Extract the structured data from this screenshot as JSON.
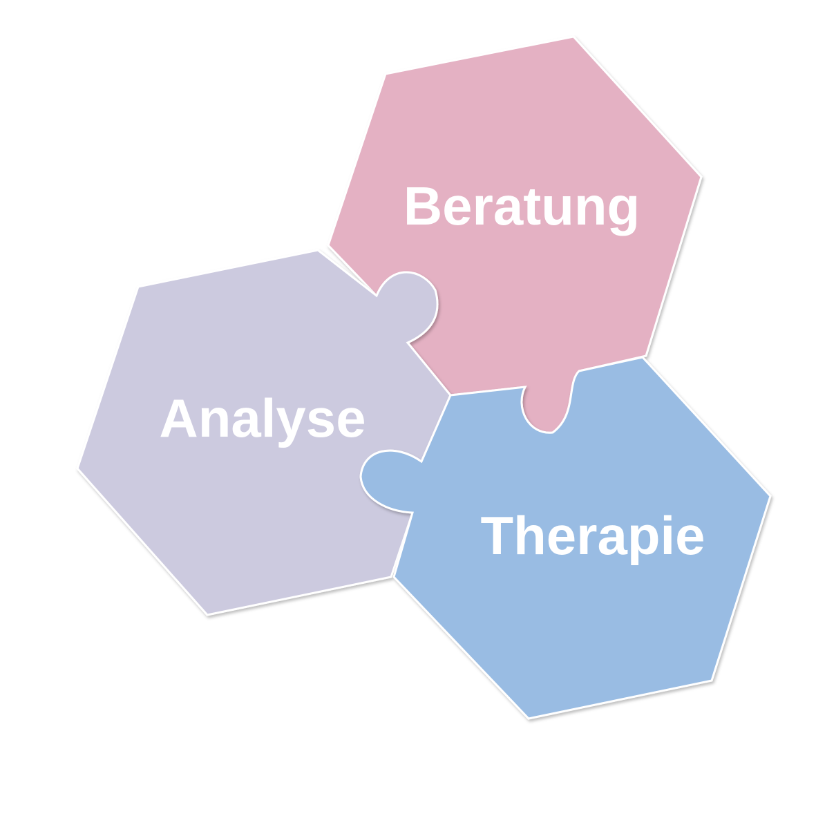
{
  "pieces": [
    {
      "label": "Beratung",
      "color": "#e4b1c3"
    },
    {
      "label": "Analyse",
      "color": "#cccadf"
    },
    {
      "label": "Therapie",
      "color": "#99bce3"
    }
  ]
}
